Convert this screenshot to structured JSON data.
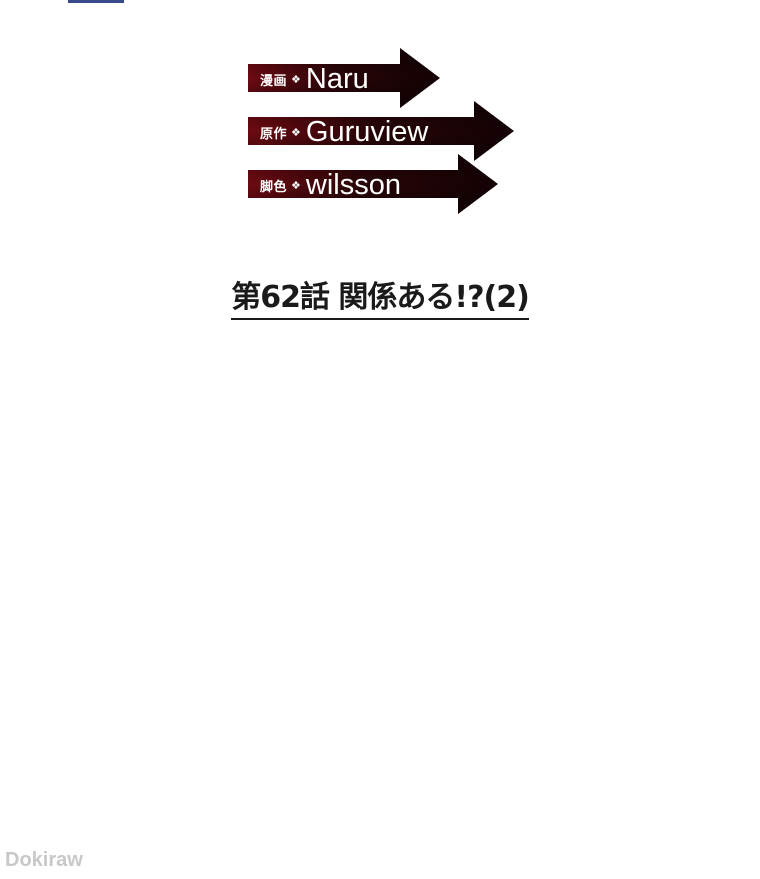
{
  "credits": [
    {
      "role": "漫画",
      "separator": "❖",
      "name": "Naru"
    },
    {
      "role": "原作",
      "separator": "❖",
      "name": "Guruview"
    },
    {
      "role": "脚色",
      "separator": "❖",
      "name": "wilsson"
    }
  ],
  "episode_title": "第62話 関係ある!?(2)",
  "watermark": "Dokiraw",
  "colors": {
    "arrow_dark": "#1a0508",
    "arrow_red": "#8a0f18",
    "title_text": "#1a1a1a",
    "watermark": "#c8c8c8"
  }
}
